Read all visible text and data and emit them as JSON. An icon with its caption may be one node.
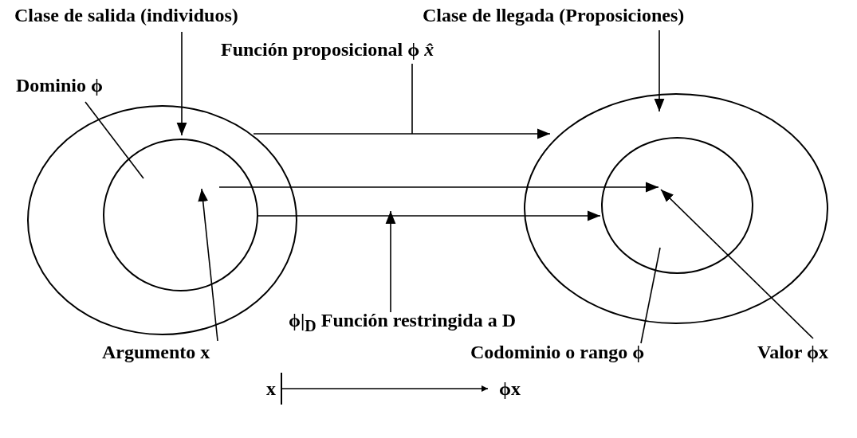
{
  "diagram": {
    "nodes": [
      {
        "text": [
          "Clase de salida (individuos)"
        ]
      },
      {
        "text": [
          "Clase de llegada (Proposiciones)"
        ]
      },
      {
        "text": [
          "Función proposicional ϕ *x̂*"
        ]
      },
      {
        "text": [
          "Dominio ϕ"
        ]
      },
      {
        "text": [],
        "shape": "circle"
      },
      {
        "text": [],
        "shape": "circle",
        "in": 4
      },
      {
        "text": [],
        "shape": "circle"
      },
      {
        "text": [],
        "shape": "circle",
        "in": 6
      },
      {
        "text": [
          "ϕ|$_{D}$ Función restringida a D"
        ]
      },
      {
        "text": [
          "Argumento x"
        ]
      },
      {
        "text": [
          "Codominio  o rango ϕ"
        ]
      },
      {
        "text": [
          "Valor ϕx"
        ]
      },
      {
        "text": [
          "x"
        ]
      },
      {
        "text": [
          "ϕx"
        ]
      }
    ],
    "edges": [
      {
        "from": 0,
        "to": 5,
        "arrow": "to"
      },
      {
        "from": 1,
        "to": 6,
        "arrow": "to"
      },
      {
        "from": 4,
        "to": 6,
        "arrow": "to"
      },
      {
        "from": 2,
        "to": null,
        "arrow": "none"
      },
      {
        "from": 3,
        "to": 5,
        "arrow": "none"
      },
      {
        "from": 5,
        "to": 7,
        "arrow": "to"
      },
      {
        "from": 5,
        "to": 7,
        "arrow": "to"
      },
      {
        "from": 8,
        "to": null,
        "arrow": "to"
      },
      {
        "from": 9,
        "to": 5,
        "arrow": "to"
      },
      {
        "from": 10,
        "to": 7,
        "arrow": "none"
      },
      {
        "from": 11,
        "to": 7,
        "arrow": "to"
      },
      {
        "from": 12,
        "to": 13,
        "arrow": "to"
      }
    ]
  }
}
